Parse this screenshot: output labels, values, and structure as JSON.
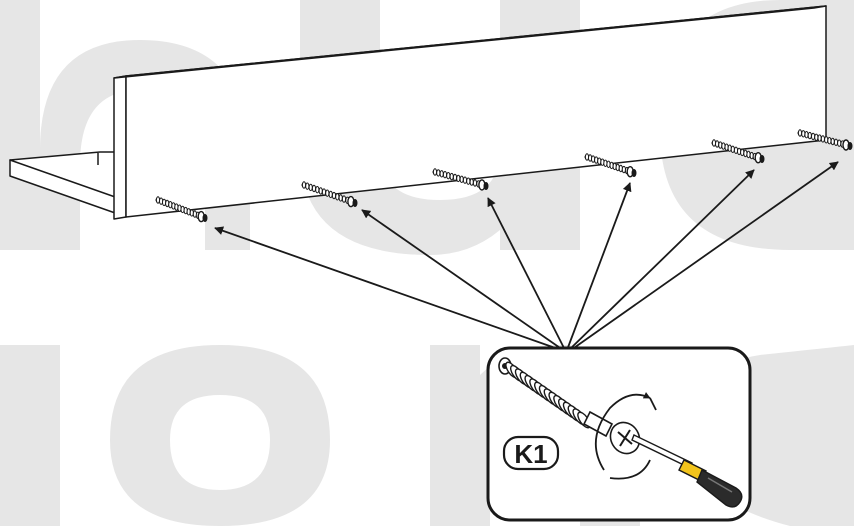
{
  "diagram": {
    "watermark": {
      "text_top": "nue",
      "text_bottom": "lone",
      "color": "#e6e6e6"
    },
    "part": {
      "label": "K1",
      "name": "cam-dowel-screw",
      "count": 6
    },
    "colors": {
      "line": "#1a1a1a",
      "panel_fill": "#ffffff",
      "screwdriver_shaft": "#f2c41c",
      "screwdriver_handle": "#2b2b2b"
    },
    "action": "rotate-clockwise"
  }
}
